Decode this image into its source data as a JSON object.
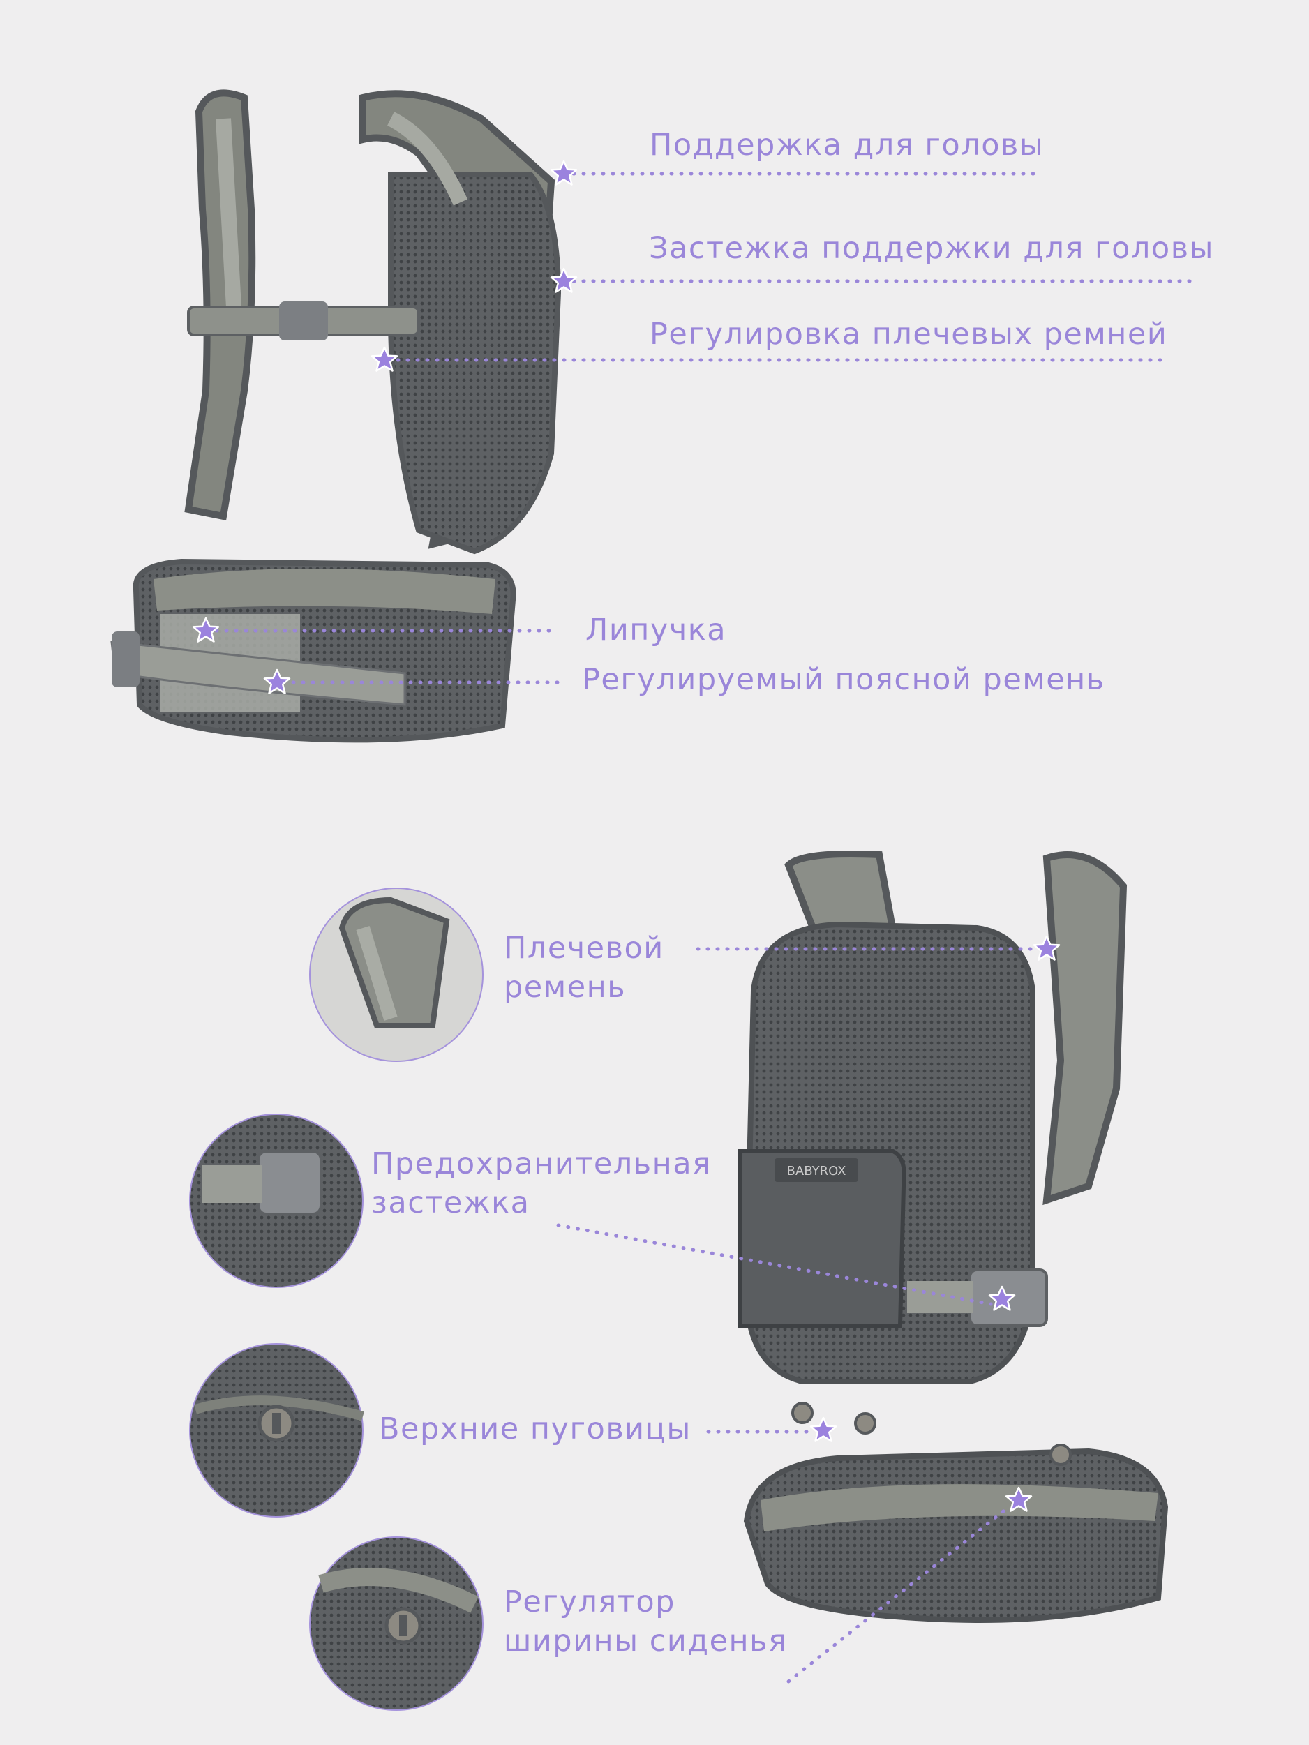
{
  "colors": {
    "background": "#efeeef",
    "accent": "#9a86d9",
    "star": "#9b82de",
    "fabric_light": "#8f938d",
    "fabric_dark": "#5c5f62",
    "mesh": "#6b6e70"
  },
  "top_carrier": {
    "labels": {
      "head_support": "Поддержка для головы",
      "head_support_buckle": "Застежка поддержки для головы",
      "shoulder_adjust": "Регулировка плечевых ремней",
      "velcro": "Липучка",
      "waist_belt": "Регулируемый поясной ремень"
    }
  },
  "bottom_carrier": {
    "brand": "BABYROX",
    "labels": {
      "shoulder_strap": [
        "Плечевой",
        "ремень"
      ],
      "safety_buckle": [
        "Предохранительная",
        "застежка"
      ],
      "top_buttons": "Верхние пуговицы",
      "seat_width": [
        "Регулятор",
        "ширины сиденья"
      ]
    }
  },
  "icons": [
    "star-marker-icon",
    "zoom-circle-icon"
  ]
}
